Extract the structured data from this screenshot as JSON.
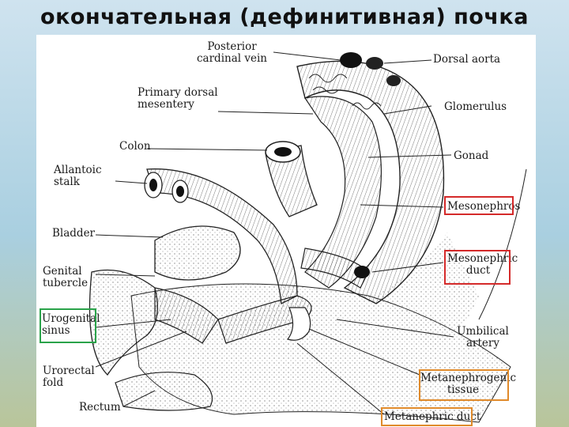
{
  "title": "окончательная (дефинитивная) почка",
  "labels": {
    "posterior_cardinal_vein": "Posterior cardinal vein",
    "primary_dorsal_mesentery": "Primary dorsal mesentery",
    "colon": "Colon",
    "allantoic_stalk": "Allantoic stalk",
    "bladder": "Bladder",
    "genital_tubercle": "Genital tubercle",
    "urogenital_sinus": "Urogenital sinus",
    "urorectal_fold": "Urorectal fold",
    "rectum": "Rectum",
    "dorsal_aorta": "Dorsal aorta",
    "glomerulus": "Glomerulus",
    "gonad": "Gonad",
    "mesonephros": "Mesonephros",
    "mesonephric_duct": "Mesonephric duct",
    "umbilical_artery": "Umbilical artery",
    "metanephrogenic_tissue": "Metanephrogenic tissue",
    "metanephric_duct": "Metanephric duct"
  },
  "highlight_colors": {
    "red": "#d42a2a",
    "green": "#2aa34a",
    "orange": "#e08a2a"
  }
}
